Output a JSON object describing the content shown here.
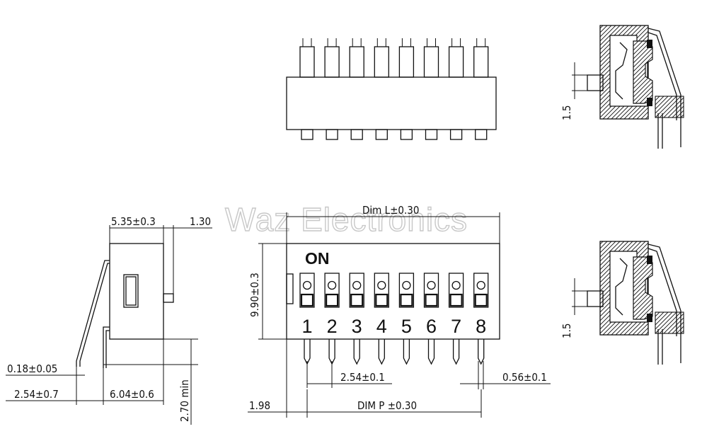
{
  "watermark": "Waz Electronics",
  "labels": {
    "on": "ON",
    "dim_l": "Dim L±0.30",
    "height": "9.90±0.3",
    "pitch": "2.54±0.1",
    "pin_width": "0.56±0.1",
    "edge": "1.98",
    "dim_p": "DIM P ±0.30",
    "side_depth": "5.35±0.3",
    "actuator": "1.30",
    "pin_thick": "0.18±0.05",
    "lead_offset": "2.54±0.7",
    "lead_span": "6.04±0.6",
    "lead_len": "2.70 min",
    "section_top": "1.5",
    "section_bottom": "1.5"
  },
  "switch_numbers": [
    "1",
    "2",
    "3",
    "4",
    "5",
    "6",
    "7",
    "8"
  ]
}
